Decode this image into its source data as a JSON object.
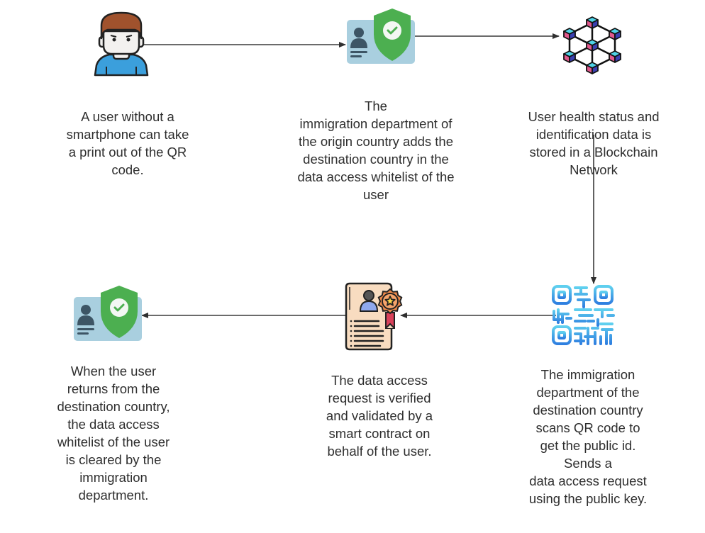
{
  "diagram": {
    "type": "process-flow",
    "nodes": [
      {
        "id": "user",
        "icon": "user-avatar-icon",
        "caption": "A user without a\nsmartphone can take\na print out of the QR\ncode."
      },
      {
        "id": "origin-whitelist",
        "icon": "id-card-shield-icon",
        "caption": "The\nimmigration  department  of\nthe origin country adds the\ndestination country in the\ndata access whitelist of the\nuser"
      },
      {
        "id": "blockchain",
        "icon": "blockchain-network-icon",
        "caption": "User health status and\nidentification data is\nstored in a Blockchain\nNetwork"
      },
      {
        "id": "qr-scan",
        "icon": "qr-code-icon",
        "caption": "The immigration\ndepartment of the\ndestination country\nscans QR code to\nget the public id.\nSends a\ndata  access request\nusing the public key."
      },
      {
        "id": "smart-contract",
        "icon": "certificate-icon",
        "caption": "The data access\nrequest is verified\nand validated by a\nsmart contract on\nbehalf of the user."
      },
      {
        "id": "whitelist-cleared",
        "icon": "id-card-shield-icon",
        "caption": "When the user\nreturns from the\ndestination country,\nthe  data access\nwhitelist of the user\nis cleared by the\nimmigration\ndepartment."
      }
    ],
    "edges": [
      {
        "from": "user",
        "to": "origin-whitelist"
      },
      {
        "from": "origin-whitelist",
        "to": "blockchain"
      },
      {
        "from": "blockchain",
        "to": "qr-scan"
      },
      {
        "from": "qr-scan",
        "to": "smart-contract"
      },
      {
        "from": "smart-contract",
        "to": "whitelist-cleared"
      }
    ]
  },
  "colors": {
    "arrow": "#3a3a3a",
    "shield_green": "#4caf50",
    "card_blue": "#a9cfdf",
    "person_dark": "#3d5565",
    "hair_brown": "#a0522d",
    "shirt_blue": "#3b9fdc",
    "cube_cyan": "#4fd3e8",
    "cube_pink": "#e0588c",
    "cube_navy": "#3a3fb0",
    "qr_blue": "#3aa0e8",
    "doc_peach": "#f8dcc0",
    "badge_orange": "#f08a4b",
    "ribbon_red": "#d9415a"
  }
}
